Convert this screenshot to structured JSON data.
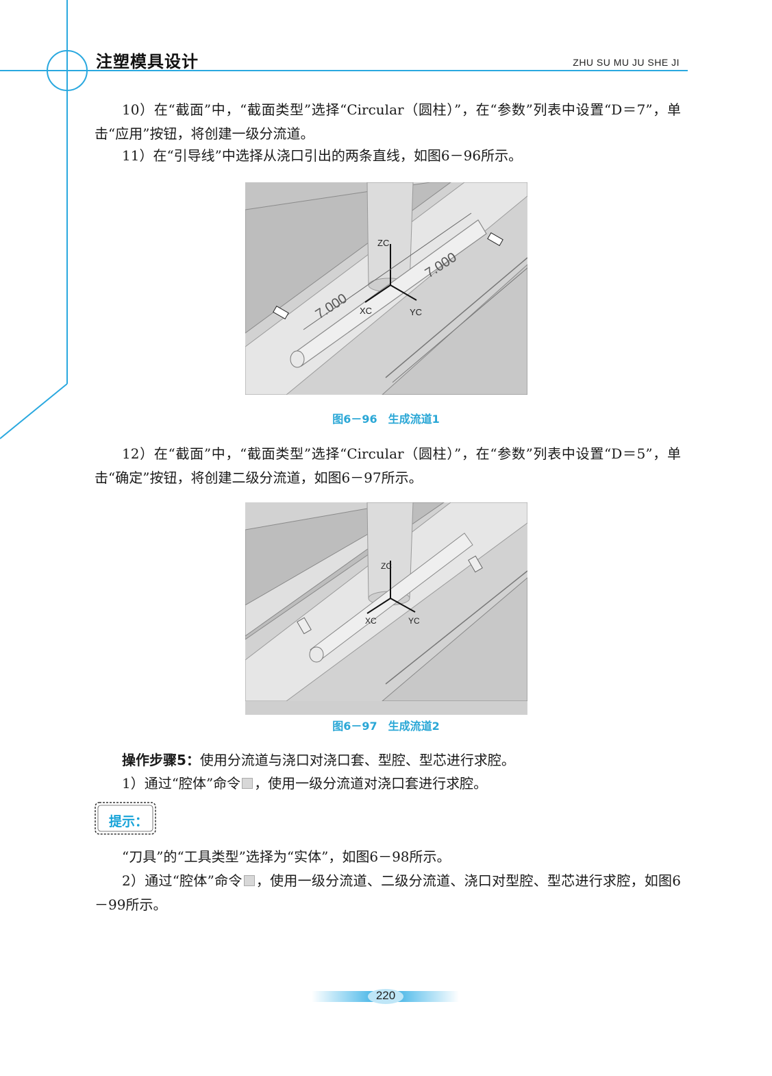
{
  "header": {
    "book_title": "注塑模具设计",
    "pinyin": "ZHU SU MU JU SHE JI"
  },
  "paragraphs": {
    "p10": "10）在“截面”中，“截面类型”选择“Circular（圆柱）”，在“参数”列表中设置“D＝7”，单击“应用”按钮，将创建一级分流道。",
    "p11": "11）在“引导线”中选择从浇口引出的两条直线，如图6－96所示。",
    "p12": "12）在“截面”中，“截面类型”选择“Circular（圆柱）”，在“参数”列表中设置“D＝5”，单击“确定”按钮，将创建二级分流道，如图6－97所示。",
    "step5_label": "操作步骤5：",
    "step5_text": "使用分流道与浇口对浇口套、型腔、型芯进行求腔。",
    "s1_before": "1）通过“腔体”命令",
    "s1_after": "，使用一级分流道对浇口套进行求腔。",
    "tip_text": "“刀具”的“工具类型”选择为“实体”，如图6－98所示。",
    "s2_before": "2）通过“腔体”命令",
    "s2_after": "，使用一级分流道、二级分流道、浇口对型腔、型芯进行求腔，如图6－99所示。"
  },
  "figures": {
    "fig96": {
      "number": "图6－96",
      "title": "生成流道1",
      "dim_left": "7.000",
      "dim_right": "7.000",
      "axis_z": "ZC",
      "axis_x": "XC",
      "axis_y": "YC"
    },
    "fig97": {
      "number": "图6－97",
      "title": "生成流道2",
      "axis_z": "ZC",
      "axis_x": "XC",
      "axis_y": "YC"
    }
  },
  "tip_label": "提示：",
  "page_number": "220",
  "colors": {
    "accent": "#29a8df",
    "caption": "#2aa7d6"
  }
}
